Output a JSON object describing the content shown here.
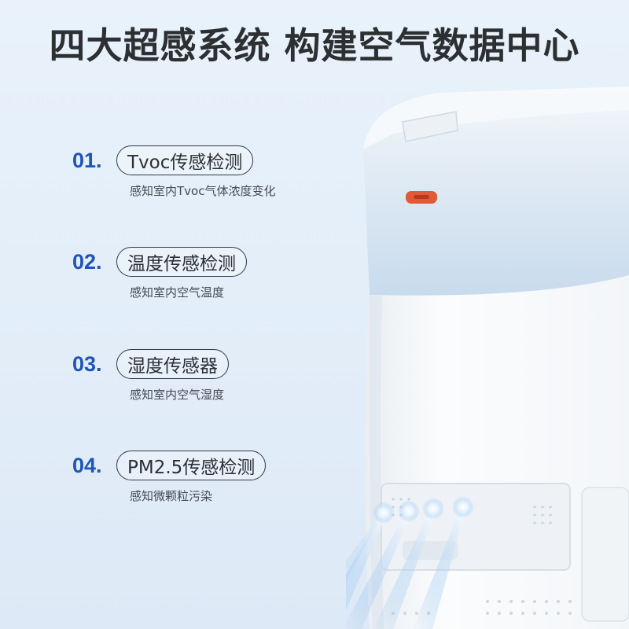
{
  "page": {
    "title": "四大超感系统 构建空气数据中心"
  },
  "features": [
    {
      "number": "01.",
      "label": "Tvoc传感检测",
      "description": "感知室内Tvoc气体浓度变化"
    },
    {
      "number": "02.",
      "label": "温度传感检测",
      "description": "感知室内空气温度"
    },
    {
      "number": "03.",
      "label": "湿度传感器",
      "description": "感知室内空气湿度"
    },
    {
      "number": "04.",
      "label": "PM2.5传感检测",
      "description": "感知微颗粒污染"
    }
  ],
  "colors": {
    "accent": "#1f55b8",
    "sensor_indicator": "#e05a3a",
    "background": "#e5eff9"
  },
  "icons": {
    "device": "air-purifier-illustration"
  }
}
